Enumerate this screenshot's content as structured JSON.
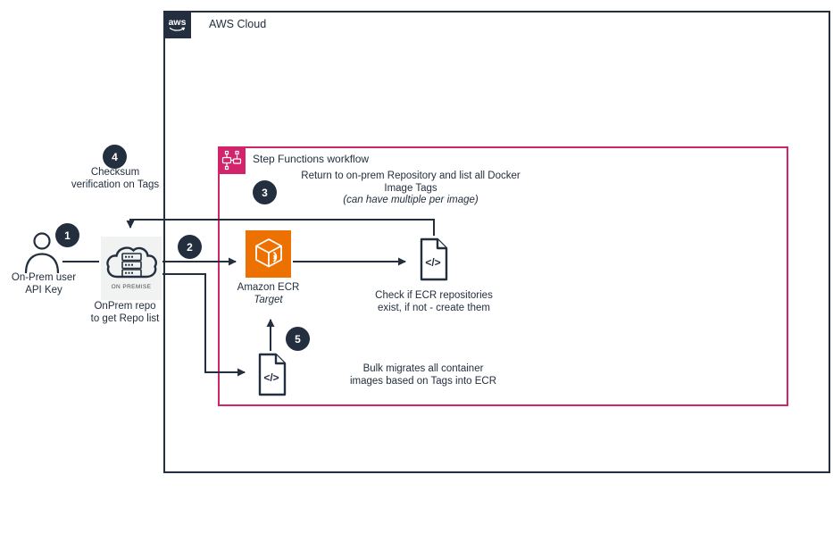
{
  "colors": {
    "dark_navy": "#232F3E",
    "step_functions_pink": "#D1246B",
    "ecr_orange": "#ED7100",
    "onprem_icon_bg": "#F1F2F2"
  },
  "aws_cloud": {
    "logo_text": "aws",
    "label": "AWS Cloud"
  },
  "step_functions": {
    "label": "Step Functions workflow"
  },
  "badges": [
    "1",
    "2",
    "3",
    "4",
    "5"
  ],
  "nodes": {
    "user": {
      "icon": "user-icon",
      "lines": [
        "On-Prem user",
        "API Key"
      ]
    },
    "onprem": {
      "icon": "on-premise-cloud-icon",
      "caption": "ON PREMISE",
      "lines": [
        "OnPrem repo",
        "to get Repo list"
      ]
    },
    "ecr": {
      "icon": "amazon-ecr-icon",
      "label": "Amazon ECR",
      "sublabel": "Target"
    },
    "check_repos_doc": {
      "icon": "code-document-icon",
      "glyph": "</>",
      "lines": [
        "Check if ECR repositories",
        "exist, if not - create them"
      ]
    },
    "bulk_migrate_doc": {
      "icon": "code-document-icon",
      "glyph": "</>",
      "lines": [
        "Bulk migrates all container",
        "images based on Tags into ECR"
      ]
    }
  },
  "annotations": {
    "checksum": {
      "lines": [
        "Checksum",
        "verification on Tags"
      ]
    },
    "return_note": {
      "lines": [
        "Return to on-prem Repository and list all Docker",
        "Image Tags"
      ],
      "italic_line": "(can have multiple per image)"
    }
  }
}
